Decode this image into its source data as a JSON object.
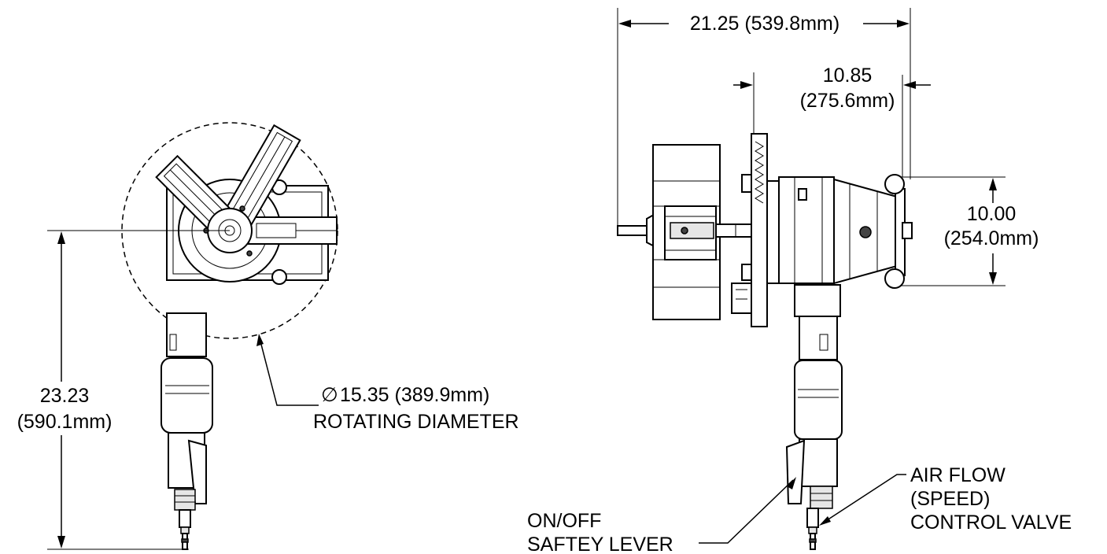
{
  "labels": {
    "rotating_diameter_value": "15.35 (389.9mm)",
    "rotating_diameter_symbol": "∅",
    "rotating_diameter_caption": "ROTATING DIAMETER",
    "height_inches": "23.23",
    "height_mm": "(590.1mm)",
    "overall_length": "21.25 (539.8mm)",
    "head_length_inches": "10.85",
    "head_length_mm": "(275.6mm)",
    "handwheel_inches": "10.00",
    "handwheel_mm": "(254.0mm)",
    "air_flow_line1": "AIR FLOW",
    "air_flow_line2": "(SPEED)",
    "air_flow_line3": "CONTROL VALVE",
    "onoff_line1": "ON/OFF",
    "onoff_line2": "SAFTEY LEVER"
  }
}
